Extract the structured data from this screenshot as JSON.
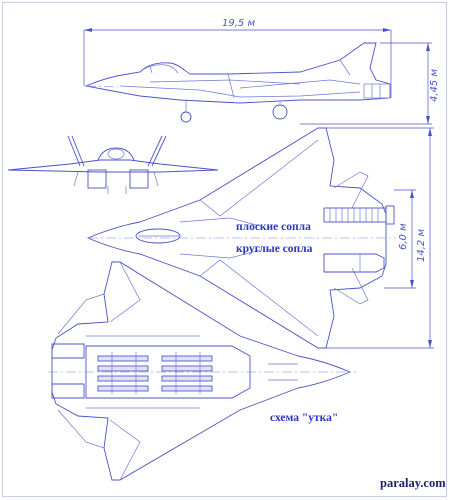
{
  "dimensions": {
    "length": "19,5 м",
    "height": "4,45 м",
    "inner_span": "6,0 м",
    "wingspan": "14,2 м"
  },
  "labels": {
    "flat_nozzles": "плоские сопла",
    "round_nozzles": "круглые сопла",
    "canard_scheme": "схема \"утка\""
  },
  "watermark": "paralay.com",
  "colors": {
    "line": "#4a54c8",
    "label": "#2a36c0",
    "watermark": "#1e1e6e"
  }
}
